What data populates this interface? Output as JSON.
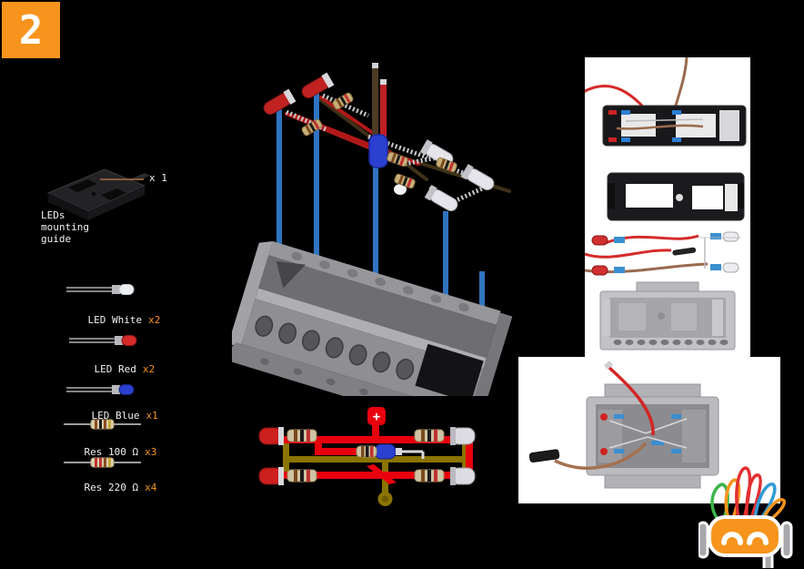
{
  "page": {
    "step_number": "2",
    "background_color": "#000000",
    "accent_color": "#F7941D"
  },
  "parts_panel": {
    "guide": {
      "label_line1": "LEDs",
      "label_line2": "mounting",
      "label_line3": "guide",
      "quantity": "x 1",
      "leader_color": "#8a5a3c"
    },
    "items": [
      {
        "name": "LED White",
        "qty": "x2",
        "bulb_color": "#eceff2"
      },
      {
        "name": "LED Red",
        "qty": "x2",
        "bulb_color": "#d42a2a"
      },
      {
        "name": "LED Blue",
        "qty": "x1",
        "bulb_color": "#2b3fd0"
      },
      {
        "name": "Res 100 Ω",
        "qty": "x3",
        "band_colors": [
          "#8a4a20",
          "#1a1a1a",
          "#8a4a20",
          "#c9a63a"
        ]
      },
      {
        "name": "Res 220 Ω",
        "qty": "x4",
        "band_colors": [
          "#c03030",
          "#c03030",
          "#8a4a20",
          "#c9a63a"
        ]
      }
    ]
  },
  "exploded_view": {
    "insert_guide_color": "#2f74c0",
    "chassis_color": "#8f8f93",
    "wire_red_color": "#b01818",
    "wire_dark_color": "#3e3118",
    "lead_silver_color": "#c8c8cc"
  },
  "schematic": {
    "positive_terminal_label": "+",
    "wire_positive_color": "#e8000d",
    "wire_ground_color": "#8b7400",
    "led_red_color": "#cc1f1f",
    "led_white_color": "#dcdce2",
    "led_blue_color": "#2b3fd0"
  },
  "mascot": {
    "head_color": "#F7941D",
    "feather_colors": [
      "#3CB54A",
      "#F7941D",
      "#E23030",
      "#E23030",
      "#2E9BD6",
      "#F7941D"
    ]
  }
}
